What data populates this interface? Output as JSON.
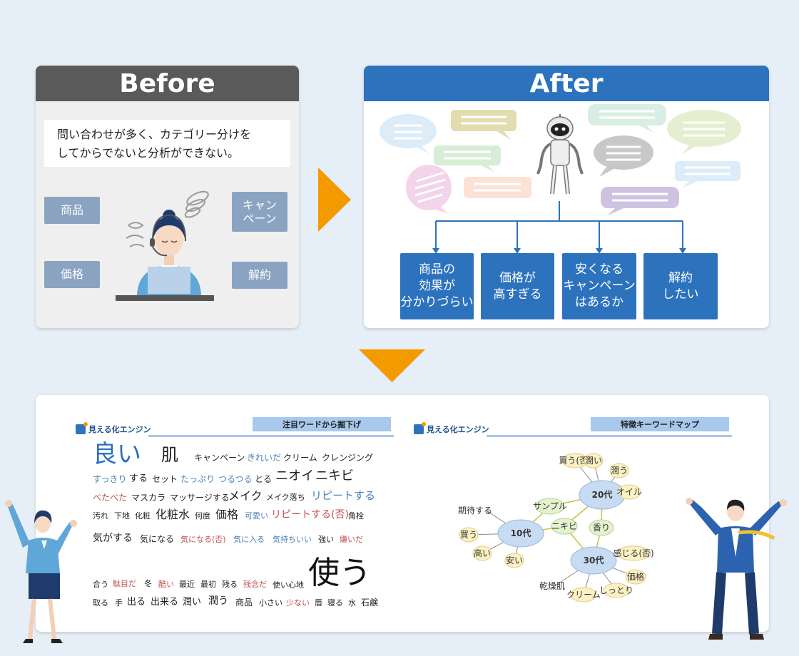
{
  "before": {
    "title": "Before",
    "description": "問い合わせが多く、カテゴリー分けを\nしてからでないと分析ができない。",
    "categories": [
      "商品",
      "キャン\nペーン",
      "価格",
      "解約"
    ]
  },
  "after": {
    "title": "After",
    "categories": [
      "商品の\n効果が\n分かりづらい",
      "価格が\n高すぎる",
      "安くなる\nキャンペーン\nはあるか",
      "解約\nしたい"
    ]
  },
  "wordcloud": {
    "brand": "見える化エンジン",
    "tag": "注目ワードから掘下げ",
    "words": [
      "良い",
      "肌",
      "キャンペーン",
      "きれいだ",
      "クリーム",
      "クレンジング",
      "すっきり",
      "する",
      "セット",
      "たっぷり",
      "つるつる",
      "とる",
      "ニオイ",
      "ニキビ",
      "べたべた",
      "マスカラ",
      "マッサージする",
      "メイク",
      "メイク落ち",
      "リピートする",
      "汚れ",
      "下地",
      "化粧",
      "化粧水",
      "何度",
      "価格",
      "可愛い",
      "リピートする(否)",
      "角栓",
      "気がする",
      "気になる",
      "気になる(否)",
      "気に入る",
      "気持ちいい",
      "強い",
      "嫌いだ",
      "合う",
      "駄目だ",
      "冬",
      "酷い",
      "最近",
      "最初",
      "残る",
      "残念だ",
      "使い心地",
      "使う",
      "取る",
      "手",
      "出る",
      "出来る",
      "潤い",
      "潤う",
      "商品",
      "小さい",
      "少ない",
      "唇",
      "寝る",
      "水",
      "石鹸"
    ]
  },
  "mindmap": {
    "brand": "見える化エンジン",
    "tag": "特徴キーワードマップ",
    "hubs": [
      "20代",
      "10代",
      "30代"
    ],
    "shared": [
      "サンプル",
      "ニキビ",
      "香り"
    ],
    "leaves20": [
      "買う(否)",
      "潤い",
      "潤う",
      "オイル"
    ],
    "leaves10": [
      "期待する",
      "買う",
      "高い",
      "安い"
    ],
    "leaves30": [
      "感じる(否)",
      "価格",
      "しっとり",
      "クリーム",
      "乾燥肌"
    ]
  },
  "colors": {
    "before_head": "#5a5a5a",
    "after_head": "#2c72bd",
    "arrow": "#f39a00",
    "accent_blue": "#2c72bd",
    "word_red": "#c0504d",
    "word_blue": "#4a7fbd"
  }
}
